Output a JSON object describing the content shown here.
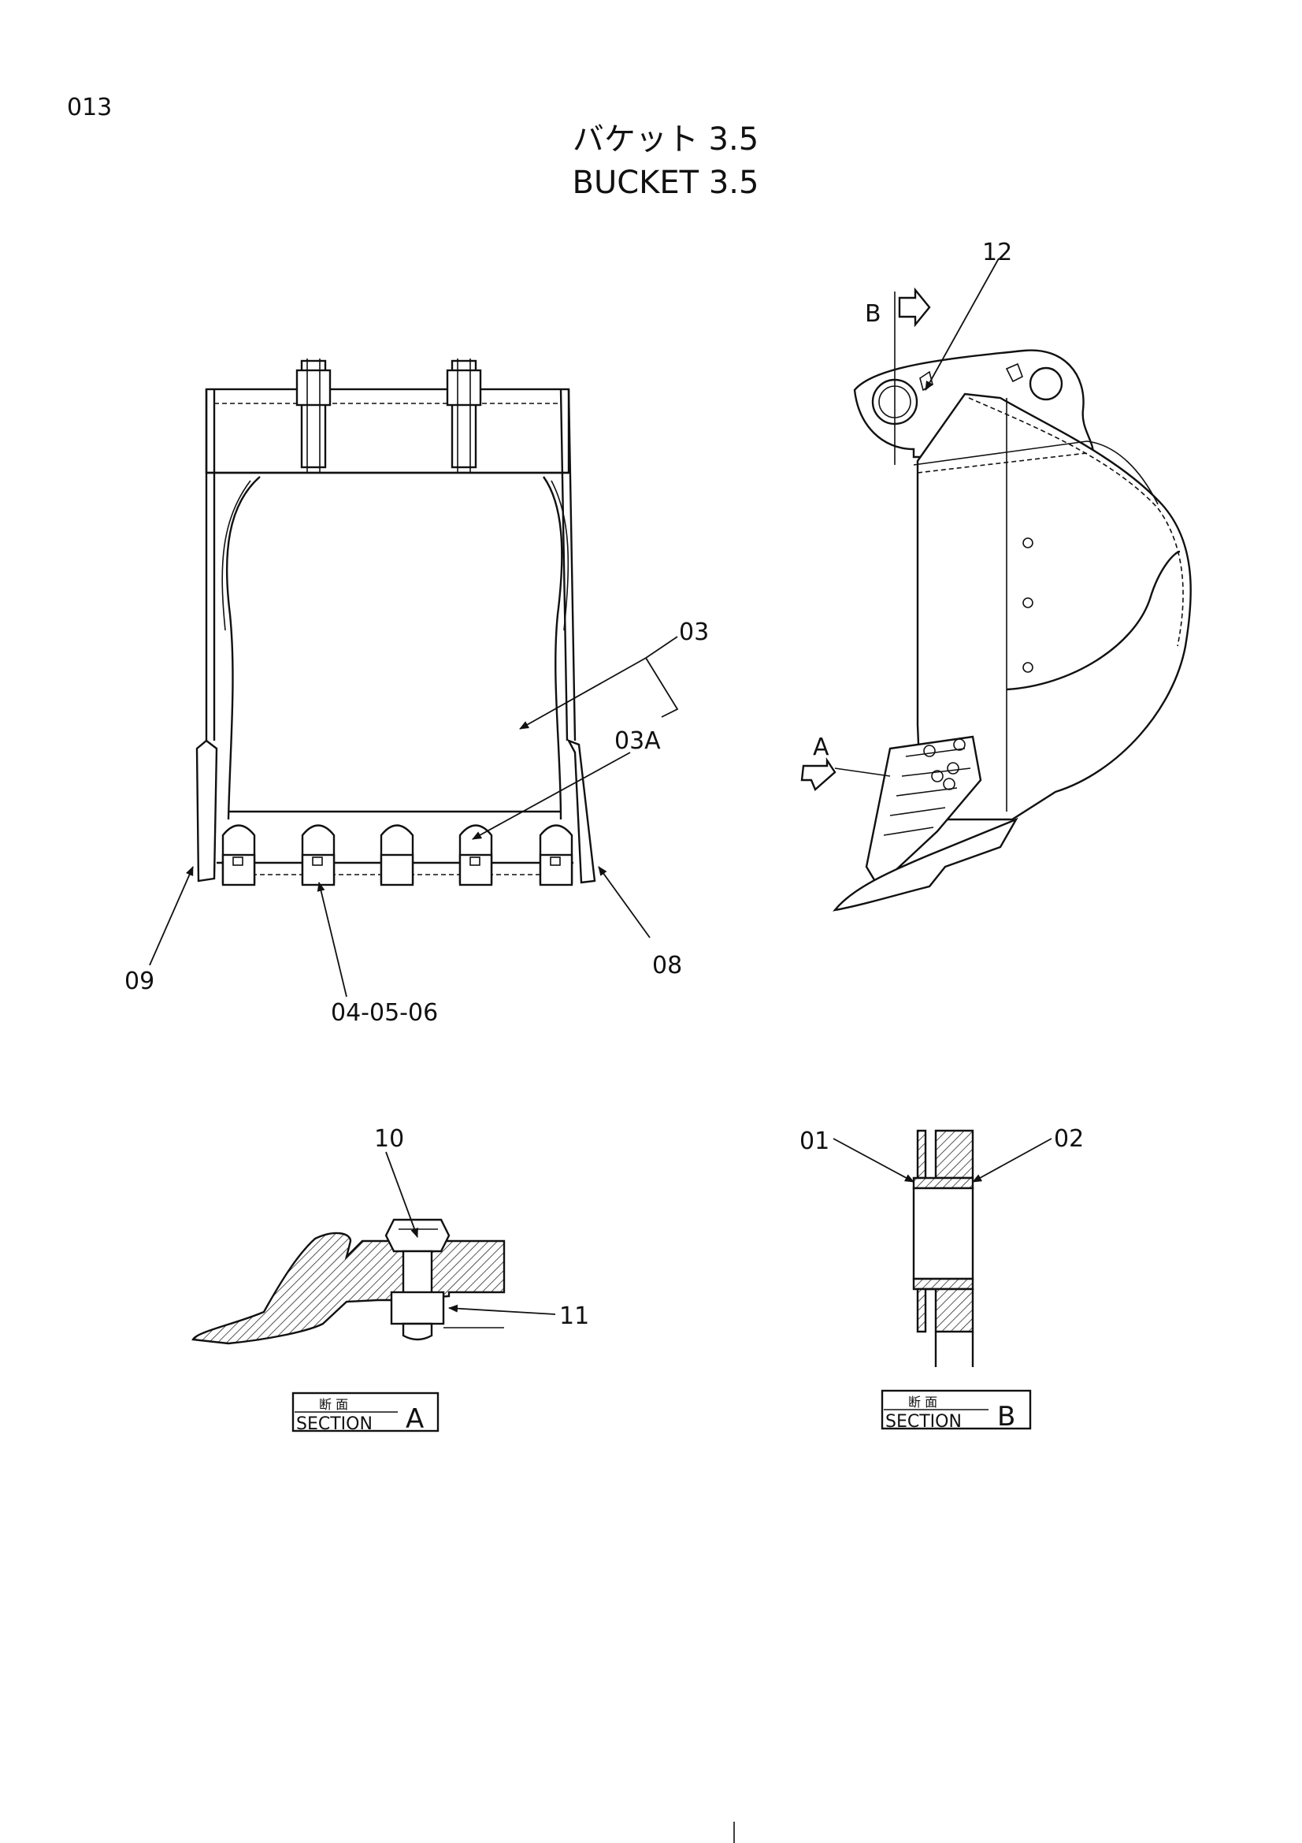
{
  "page_number": "013",
  "title_jp": "バケット 3.5",
  "title_en": "BUCKET 3.5",
  "front_view": {
    "labels": {
      "body": "03",
      "body_alt": "03A",
      "teeth": "04-05-06",
      "side_cutter_right": "08",
      "side_cutter_left": "09"
    }
  },
  "side_view": {
    "labels": {
      "pin": "12",
      "section_b_marker": "B",
      "section_a_marker": "A"
    }
  },
  "section_a": {
    "labels": {
      "bolt": "10",
      "nut": "11"
    },
    "caption_jp": "断 面",
    "caption_en": "SECTION",
    "caption_letter": "A"
  },
  "section_b": {
    "labels": {
      "bushing_left": "01",
      "bushing_right": "02"
    },
    "caption_jp": "断 面",
    "caption_en": "SECTION",
    "caption_letter": "B"
  }
}
